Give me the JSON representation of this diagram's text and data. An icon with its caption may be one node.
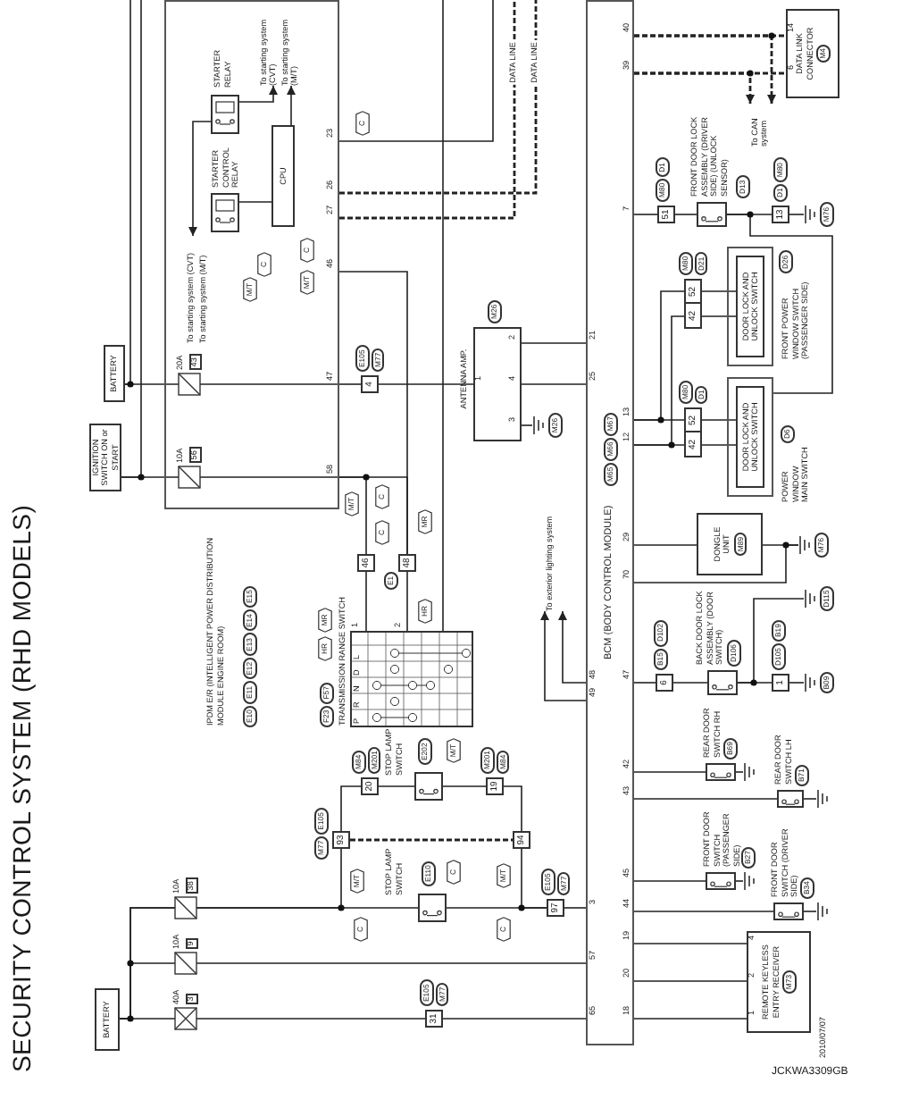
{
  "diagram": {
    "title": "SECURITY CONTROL SYSTEM (RHD MODELS)",
    "nodes": [
      {
        "text": [
          "BCM (BODY CONTROL MODULE)",
          "M65",
          "M66",
          "M67"
        ]
      },
      {
        "text": [
          "IPDM E/R (INTELLIGENT POWER DISTRIBUTION MODULE ENGINE ROOM)"
        ],
        "beside": [
          "E10",
          "E11",
          "E12",
          "E13",
          "E14",
          "E15"
        ]
      },
      {
        "text": [
          "STARTER RELAY"
        ],
        "in": 1
      },
      {
        "text": [
          "STARTER CONTROL RELAY"
        ],
        "in": 1
      },
      {
        "text": [
          "CPU"
        ],
        "in": 1
      },
      {
        "text": [
          "To starting system (CVT)",
          "To starting system (M/T)"
        ],
        "in": 1
      },
      {
        "text": [
          "To starting system (CVT)",
          "To starting system (M/T)"
        ],
        "in": 1
      },
      {
        "text": [
          "BATTERY"
        ]
      },
      {
        "text": [
          "IGNITION SWITCH ON or START"
        ]
      },
      {
        "text": [
          "BATTERY"
        ]
      },
      {
        "text": [
          "ANTENNA AMP."
        ],
        "beside": [
          "M26"
        ]
      },
      {
        "text": [
          "TRANSMISSION RANGE SWITCH"
        ],
        "beside": [
          "F23",
          "F57"
        ]
      },
      {
        "text": [
          "STOP LAMP SWITCH"
        ],
        "beside": [
          "E202"
        ]
      },
      {
        "text": [
          "STOP LAMP SWITCH"
        ],
        "beside": [
          "E110"
        ]
      },
      {
        "text": [
          "DATA LINK CONNECTOR",
          "M4"
        ]
      },
      {
        "text": [
          "To CAN system"
        ]
      },
      {
        "text": [
          "To exterior lighting system"
        ]
      },
      {
        "text": [
          "FRONT DOOR LOCK ASSEMBLY (DRIVER SIDE) (UNLOCK SENSOR)"
        ],
        "beside": [
          "D13"
        ]
      },
      {
        "text": [
          "FRONT POWER WINDOW SWITCH (PASSENGER SIDE)"
        ],
        "beside": [
          "D26"
        ]
      },
      {
        "text": [
          "DOOR LOCK AND UNLOCK SWITCH"
        ],
        "in": 18
      },
      {
        "text": [
          "POWER WINDOW MAIN SWITCH"
        ],
        "beside": [
          "D6"
        ]
      },
      {
        "text": [
          "DOOR LOCK AND UNLOCK SWITCH"
        ],
        "in": 20
      },
      {
        "text": [
          "DONGLE UNIT",
          "M89"
        ]
      },
      {
        "text": [
          "BACK DOOR LOCK ASSEMBLY (DOOR SWITCH)"
        ],
        "beside": [
          "D106"
        ]
      },
      {
        "text": [
          "REAR DOOR SWITCH RH"
        ],
        "beside": [
          "B69"
        ]
      },
      {
        "text": [
          "REAR DOOR SWITCH LH"
        ],
        "beside": [
          "B71"
        ]
      },
      {
        "text": [
          "FRONT DOOR SWITCH (PASSENGER SIDE)"
        ],
        "beside": [
          "B27"
        ]
      },
      {
        "text": [
          "FRONT DOOR SWITCH (DRIVER SIDE)"
        ],
        "beside": [
          "B34"
        ]
      },
      {
        "text": [
          "REMOTE KEYLESS ENTRY RECEIVER",
          "M73"
        ]
      },
      {
        "text": [
          "4"
        ],
        "beside": [
          "E105",
          "M77"
        ]
      },
      {
        "text": [
          "31"
        ],
        "beside": [
          "E105",
          "M77"
        ]
      },
      {
        "text": [
          "97"
        ],
        "beside": [
          "E105",
          "M77"
        ]
      },
      {
        "text": [
          "93"
        ],
        "beside": [
          "M77",
          "E105"
        ]
      },
      {
        "text": [
          "94"
        ]
      },
      {
        "text": [
          "20"
        ],
        "beside": [
          "M84",
          "M201"
        ]
      },
      {
        "text": [
          "19"
        ],
        "beside": [
          "M201",
          "M84"
        ]
      },
      {
        "text": [
          "51"
        ],
        "beside": [
          "M80",
          "D1"
        ]
      },
      {
        "text": [
          "13"
        ],
        "beside": [
          "D1",
          "M80"
        ]
      },
      {
        "text": [
          "52",
          "42"
        ],
        "beside": [
          "M80",
          "D21"
        ]
      },
      {
        "text": [
          "52",
          "42"
        ],
        "beside": [
          "M80",
          "D1"
        ]
      },
      {
        "text": [
          "6"
        ],
        "beside": [
          "B15",
          "D102"
        ]
      },
      {
        "text": [
          "1"
        ],
        "beside": [
          "D105",
          "B19"
        ]
      },
      {
        "text": [
          "46"
        ]
      },
      {
        "text": [
          "48"
        ],
        "beside": [
          "E1"
        ]
      },
      {
        "text": [
          "M26"
        ]
      },
      {
        "text": [
          "M76"
        ]
      },
      {
        "text": [
          "M76"
        ]
      },
      {
        "text": [
          "D115"
        ]
      },
      {
        "text": [
          "B09"
        ]
      },
      {
        "text": [],
        "shape": "ground"
      },
      {
        "text": [],
        "shape": "ground"
      },
      {
        "text": [],
        "shape": "ground"
      },
      {
        "text": [],
        "shape": "ground"
      },
      {
        "text": [
          "C"
        ],
        "in": 1
      },
      {
        "text": [
          "M/T"
        ],
        "in": 1
      },
      {
        "text": [
          "C"
        ]
      },
      {
        "text": [
          "C"
        ],
        "in": 1
      },
      {
        "text": [
          "M/T"
        ],
        "in": 1
      },
      {
        "text": [
          "C"
        ]
      },
      {
        "text": [
          "M/T"
        ]
      },
      {
        "text": [
          "C"
        ]
      },
      {
        "text": [
          "MR"
        ]
      },
      {
        "text": [
          "HR"
        ]
      },
      {
        "text": [
          "HR"
        ]
      },
      {
        "text": [
          "MR"
        ]
      },
      {
        "text": [
          "M/T"
        ]
      },
      {
        "text": [
          "C"
        ]
      },
      {
        "text": [
          "M/T"
        ]
      },
      {
        "text": [
          "C"
        ]
      },
      {
        "text": [
          "C"
        ]
      },
      {
        "text": [
          "M/T"
        ]
      }
    ],
    "edges": [
      {
        "from": 9,
        "to": 30,
        "arrow": "none"
      },
      {
        "from": 30,
        "to": 0,
        "arrow": "none"
      },
      {
        "from": 9,
        "to": 0,
        "arrow": "none"
      },
      {
        "from": 9,
        "to": 32,
        "arrow": "none"
      },
      {
        "from": 9,
        "to": 13,
        "arrow": "none"
      },
      {
        "from": 32,
        "to": 34,
        "arrow": "none"
      },
      {
        "from": 34,
        "to": 12,
        "arrow": "none"
      },
      {
        "from": 12,
        "to": 35,
        "arrow": "none"
      },
      {
        "from": 35,
        "to": 33,
        "arrow": "none"
      },
      {
        "from": 33,
        "to": 31,
        "arrow": "none"
      },
      {
        "from": 13,
        "to": 31,
        "arrow": "none"
      },
      {
        "from": 31,
        "to": 0,
        "arrow": "none"
      },
      {
        "from": 32,
        "to": 33,
        "arrow": "none",
        "style": "dashed"
      },
      {
        "from": 0,
        "to": 28,
        "arrow": "none"
      },
      {
        "from": 0,
        "to": 28,
        "arrow": "none"
      },
      {
        "from": 0,
        "to": 28,
        "arrow": "none"
      },
      {
        "from": 0,
        "to": 27,
        "arrow": "none"
      },
      {
        "from": 0,
        "to": 26,
        "arrow": "none"
      },
      {
        "from": 0,
        "to": 25,
        "arrow": "none"
      },
      {
        "from": 0,
        "to": 24,
        "arrow": "none"
      },
      {
        "from": 0,
        "to": 40,
        "arrow": "none"
      },
      {
        "from": 40,
        "to": 23,
        "arrow": "none"
      },
      {
        "from": 23,
        "to": 41,
        "arrow": "none"
      },
      {
        "from": 23,
        "to": 47,
        "arrow": "none"
      },
      {
        "from": 41,
        "to": 48,
        "arrow": "none"
      },
      {
        "from": 24,
        "to": 49,
        "arrow": "none"
      },
      {
        "from": 25,
        "to": 50,
        "arrow": "none"
      },
      {
        "from": 26,
        "to": 51,
        "arrow": "none"
      },
      {
        "from": 27,
        "to": 52,
        "arrow": "none"
      },
      {
        "from": 0,
        "to": 22,
        "arrow": "none"
      },
      {
        "from": 22,
        "to": 46,
        "arrow": "none"
      },
      {
        "from": 0,
        "to": 46,
        "arrow": "none"
      },
      {
        "from": 0,
        "to": 39,
        "arrow": "none"
      },
      {
        "from": 0,
        "to": 39,
        "arrow": "none"
      },
      {
        "from": 0,
        "to": 38,
        "arrow": "none"
      },
      {
        "from": 0,
        "to": 38,
        "arrow": "none"
      },
      {
        "from": 39,
        "to": 21,
        "arrow": "none"
      },
      {
        "from": 39,
        "to": 21,
        "arrow": "none"
      },
      {
        "from": 38,
        "to": 19,
        "arrow": "none"
      },
      {
        "from": 38,
        "to": 19,
        "arrow": "none"
      },
      {
        "from": 0,
        "to": 36,
        "arrow": "none"
      },
      {
        "from": 36,
        "to": 17,
        "arrow": "none"
      },
      {
        "from": 17,
        "to": 37,
        "arrow": "none"
      },
      {
        "from": 37,
        "to": 45,
        "arrow": "none"
      },
      {
        "from": 17,
        "to": 20,
        "arrow": "none"
      },
      {
        "from": 0,
        "to": 14,
        "arrow": "none",
        "style": "dashed"
      },
      {
        "from": 0,
        "to": 14,
        "arrow": "none",
        "style": "dashed"
      },
      {
        "from": 0,
        "to": 15,
        "arrow": "to",
        "style": "dashed"
      },
      {
        "from": 0,
        "to": 15,
        "arrow": "to",
        "style": "dashed"
      },
      {
        "from": 1,
        "to": null,
        "arrow": "none",
        "style": "dashed",
        "label": "DATA LINE"
      },
      {
        "from": 1,
        "to": null,
        "arrow": "none",
        "style": "dashed",
        "label": "DATA LINE"
      },
      {
        "from": 1,
        "to": null,
        "arrow": "none"
      },
      {
        "from": 7,
        "to": 1,
        "arrow": "none"
      },
      {
        "from": 7,
        "to": null,
        "arrow": "none"
      },
      {
        "from": 8,
        "to": 1,
        "arrow": "none"
      },
      {
        "from": 8,
        "to": null,
        "arrow": "none"
      },
      {
        "from": 1,
        "to": 29,
        "arrow": "none"
      },
      {
        "from": 29,
        "to": 10,
        "arrow": "none"
      },
      {
        "from": 10,
        "to": 0,
        "arrow": "none"
      },
      {
        "from": 10,
        "to": 0,
        "arrow": "none"
      },
      {
        "from": 10,
        "to": 44,
        "arrow": "none"
      },
      {
        "from": 0,
        "to": 16,
        "arrow": "to"
      },
      {
        "from": 0,
        "to": 16,
        "arrow": "to"
      },
      {
        "from": 1,
        "to": 42,
        "arrow": "none"
      },
      {
        "from": 1,
        "to": 43,
        "arrow": "none"
      },
      {
        "from": 1,
        "to": 43,
        "arrow": "none"
      },
      {
        "from": 42,
        "to": 11,
        "arrow": "none"
      },
      {
        "from": 43,
        "to": 11,
        "arrow": "none"
      },
      {
        "from": null,
        "to": 11,
        "arrow": "none"
      },
      {
        "from": 2,
        "to": 5,
        "arrow": "to"
      },
      {
        "from": 2,
        "to": 6,
        "arrow": "to"
      },
      {
        "from": 4,
        "to": 6,
        "arrow": "to"
      },
      {
        "from": 3,
        "to": 4,
        "arrow": "none"
      }
    ],
    "labels": [
      "40A",
      "3",
      "10A",
      "9",
      "10A",
      "38",
      "20A",
      "43",
      "10A",
      "56",
      "65",
      "57",
      "3",
      "49",
      "48",
      "25",
      "21",
      "18",
      "20",
      "19",
      "44",
      "45",
      "43",
      "42",
      "47",
      "70",
      "29",
      "12",
      "13",
      "7",
      "39",
      "40",
      "23",
      "26",
      "27",
      "46",
      "47",
      "58",
      "1",
      "2",
      "4",
      "3",
      "14",
      "6",
      "4",
      "2",
      "1",
      "P",
      "R",
      "N",
      "D",
      "L",
      "1",
      "2",
      "2010/07/07",
      "JCKWA3309GB"
    ]
  }
}
